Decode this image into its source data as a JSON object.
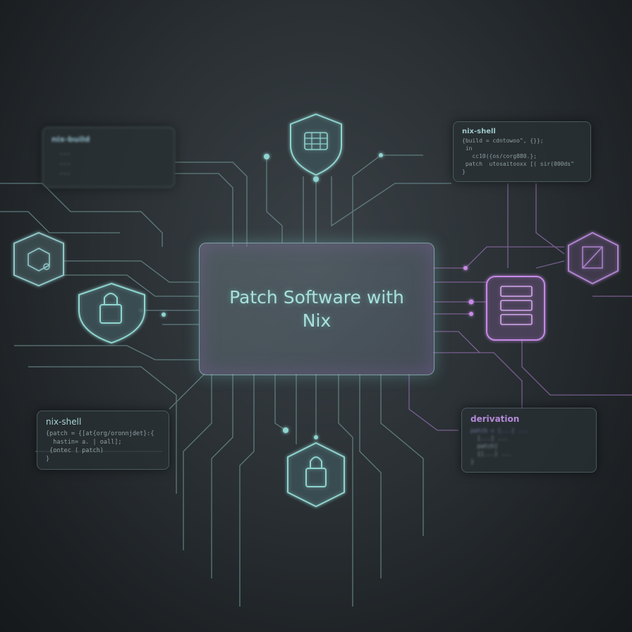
{
  "title": "Patch Software with Nix",
  "colors": {
    "teal": "#7fd0cc",
    "purple": "#b27ad8",
    "background": "#23282b"
  },
  "icons": [
    "shield-database-icon",
    "hexagon-package-icon",
    "padlock-shield-icon",
    "padlock-hexagon-icon",
    "server-stack-icon",
    "patch-document-icon"
  ],
  "panels": {
    "top_left": {
      "title": "nix-build",
      "lines": [
        "  ...",
        "  ...",
        "  ..."
      ]
    },
    "top_right": {
      "title": "nix-shell",
      "lines": [
        "{build = cdntowoo\", {}};",
        " in",
        "   cc10({os/corg880.};",
        " patch  utosaitooxx [( sir(000ds\"",
        "}"
      ]
    },
    "bottom_left": {
      "title": "nix-shell",
      "lines": [
        "{patch = {[at{org/oronnjdet}:{",
        "  hastin= a. | oall];",
        " {ontec ( patch)",
        "}"
      ]
    },
    "bottom_right": {
      "title": "derivation",
      "lines": [
        "patch = [...] ...",
        "  [...] ...",
        "  patch]",
        "  {[...] ...",
        "}"
      ]
    }
  }
}
